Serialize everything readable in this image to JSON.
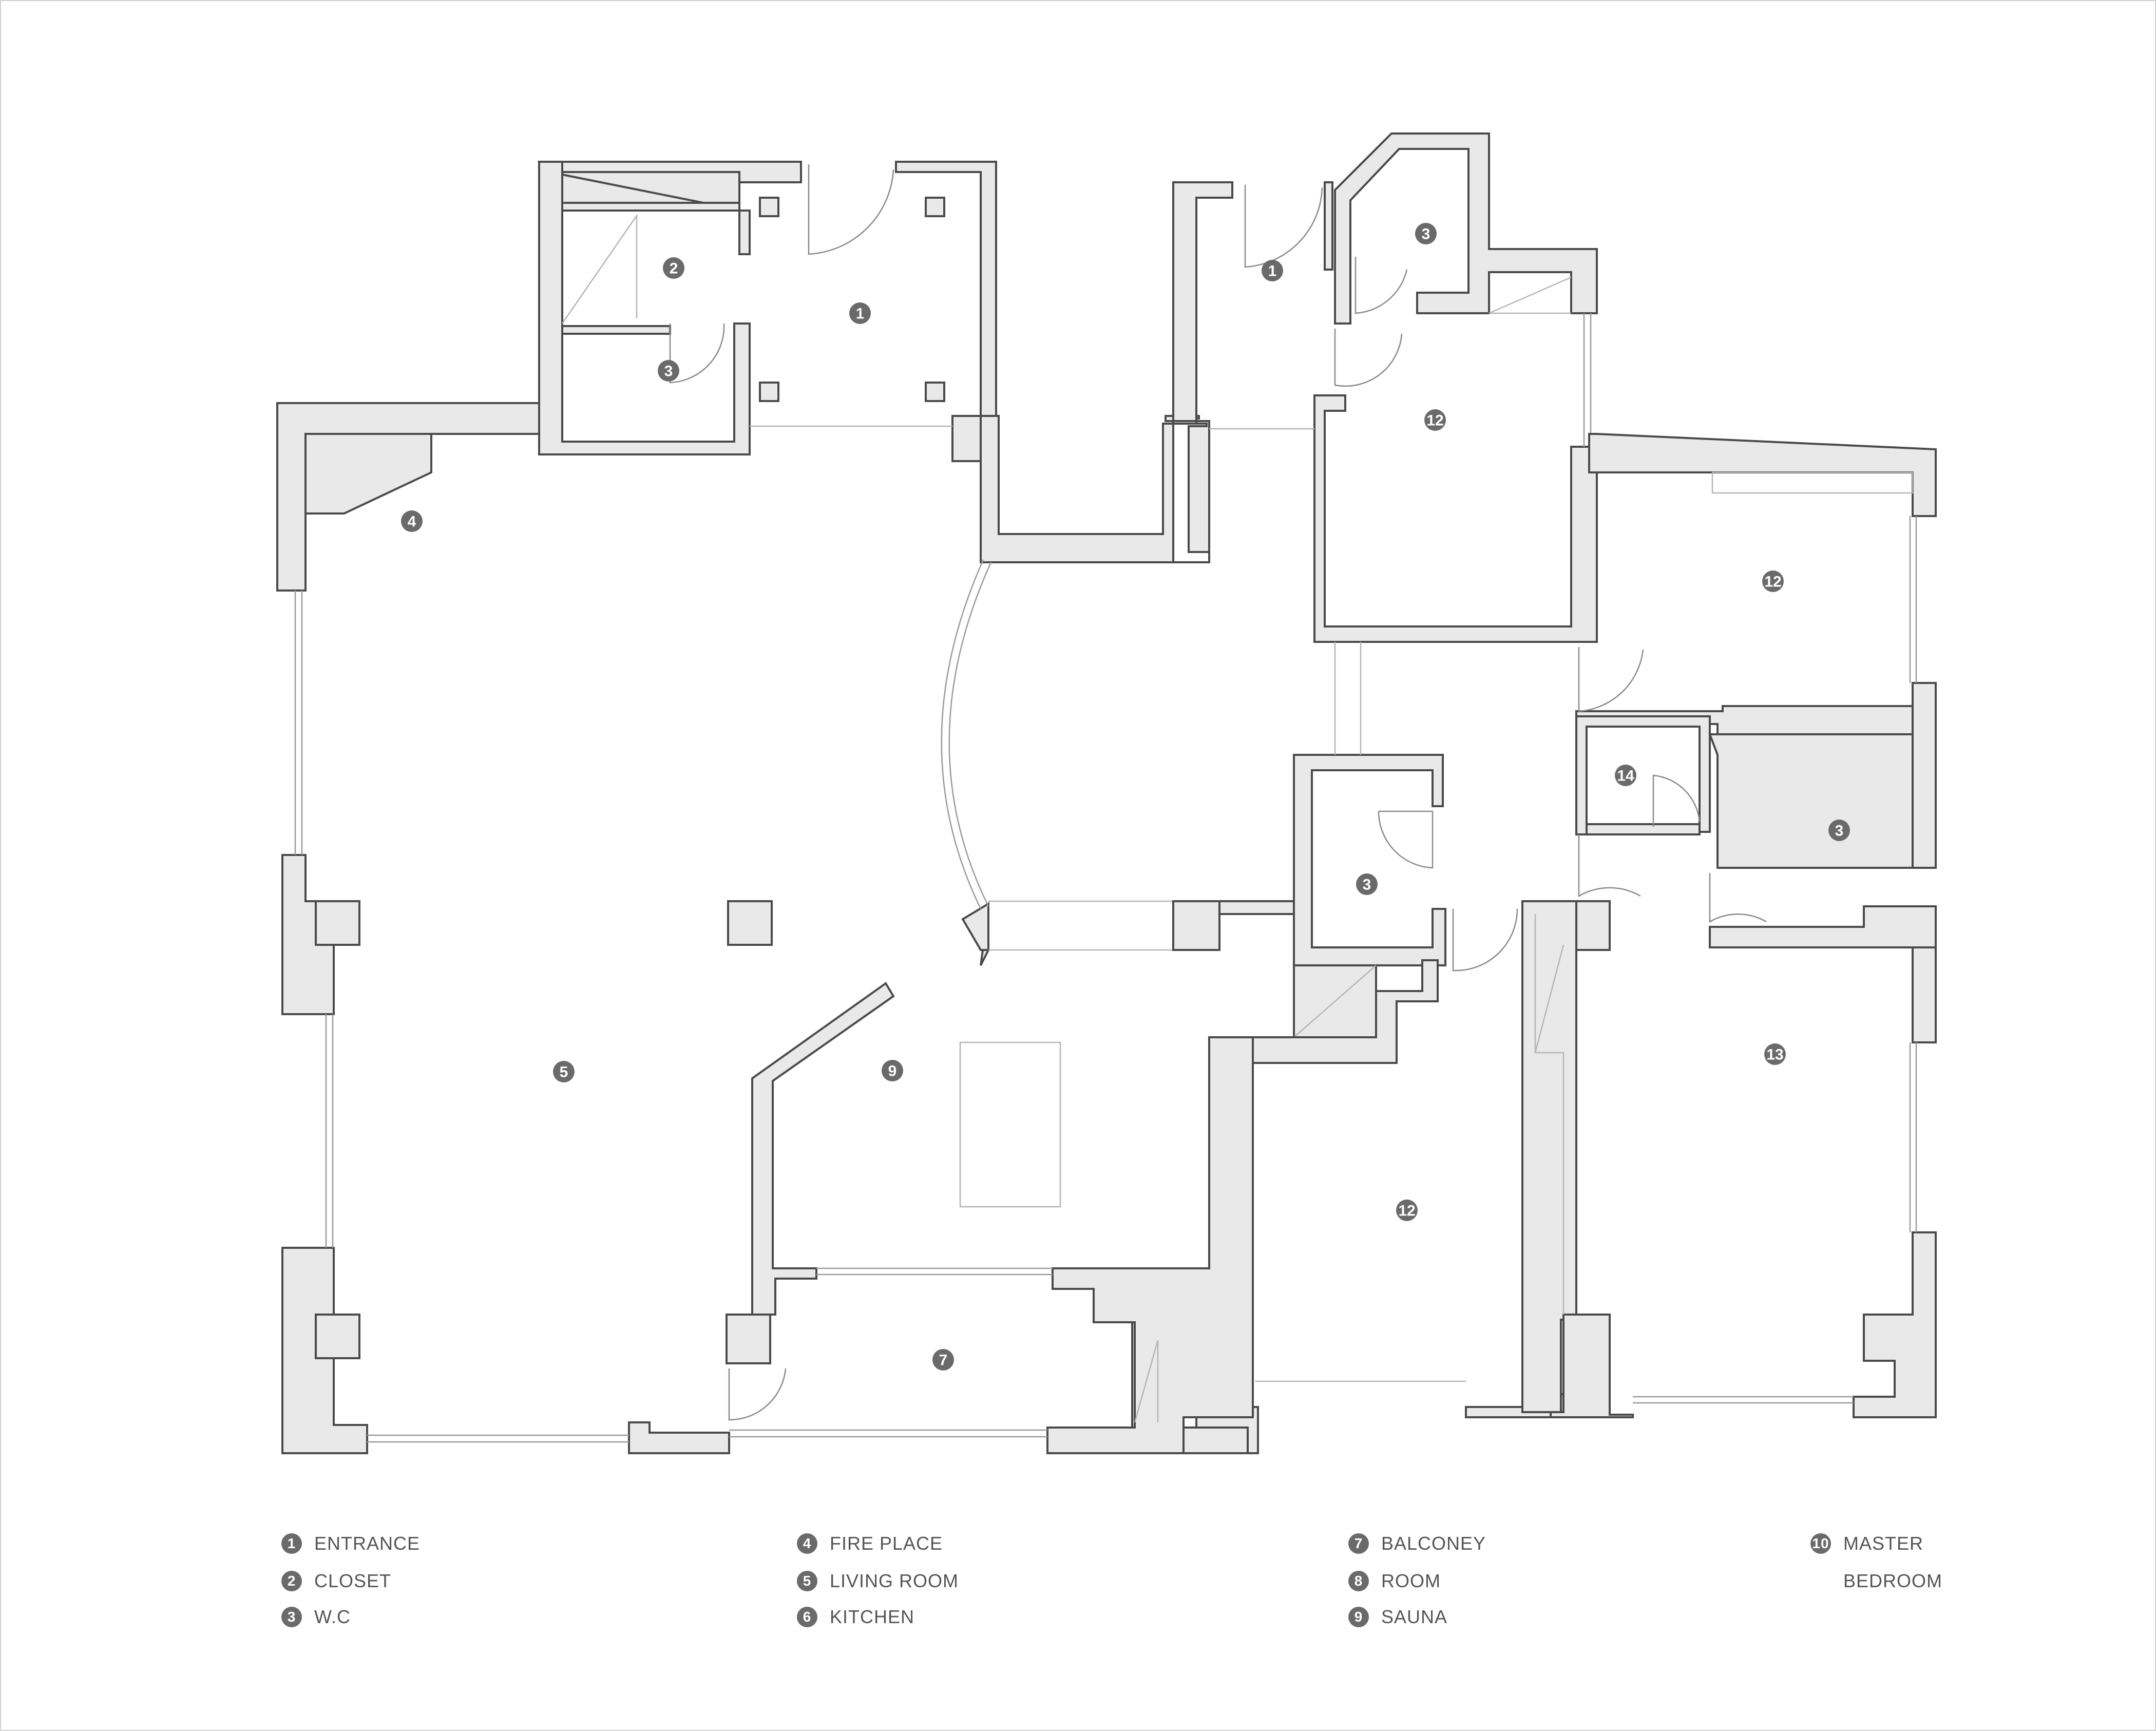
{
  "plan_markers": [
    "1",
    "2",
    "3",
    "1",
    "3",
    "12",
    "4",
    "12",
    "14",
    "3",
    "3",
    "5",
    "9",
    "13",
    "12",
    "7"
  ],
  "legend": [
    {
      "num": "1",
      "label": "ENTRANCE"
    },
    {
      "num": "2",
      "label": "CLOSET"
    },
    {
      "num": "3",
      "label": "W.C"
    },
    {
      "num": "4",
      "label": "FIRE PLACE"
    },
    {
      "num": "5",
      "label": "LIVING ROOM"
    },
    {
      "num": "6",
      "label": "KITCHEN"
    },
    {
      "num": "7",
      "label": "BALCONEY"
    },
    {
      "num": "8",
      "label": "ROOM"
    },
    {
      "num": "9",
      "label": "SAUNA"
    },
    {
      "num": "10",
      "label": "MASTER"
    }
  ],
  "legend_extra": "BEDROOM",
  "colors": {
    "wall_fill": "#e9e9e9",
    "wall_stroke": "#4a4a4a",
    "marker": "#6a6a6a",
    "text": "#555555"
  }
}
